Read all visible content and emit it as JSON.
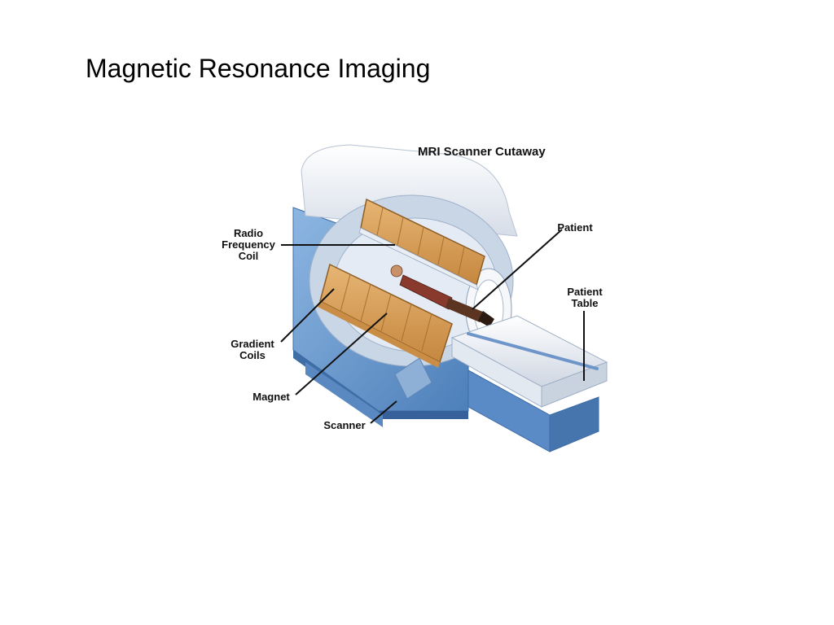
{
  "slide": {
    "title": "Magnetic Resonance Imaging"
  },
  "diagram": {
    "heading": "MRI Scanner Cutaway",
    "labels": {
      "radio_frequency_coil": [
        "Radio",
        "Frequency",
        "Coil"
      ],
      "gradient_coils": [
        "Gradient",
        "Coils"
      ],
      "magnet": "Magnet",
      "scanner": "Scanner",
      "patient": "Patient",
      "patient_table": [
        "Patient",
        "Table"
      ]
    },
    "colors": {
      "housing_white": "#eef2f7",
      "housing_blue": "#6f9fd3",
      "housing_blue_dark": "#4d7fb9",
      "coil_orange": "#d9a25a",
      "coil_orange_dark": "#b37a36",
      "table_white": "#f4f6f9",
      "leader_line": "#111111"
    }
  }
}
